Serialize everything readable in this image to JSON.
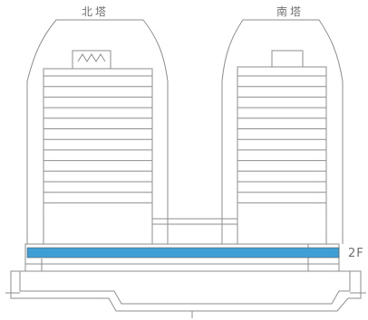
{
  "towers": {
    "north_label": "北塔",
    "south_label": "南塔"
  },
  "floor": {
    "label": "2F",
    "highlight_color": "#3d9fd6"
  },
  "colors": {
    "stroke": "#8e8e8e",
    "text": "#6f6f6f"
  }
}
